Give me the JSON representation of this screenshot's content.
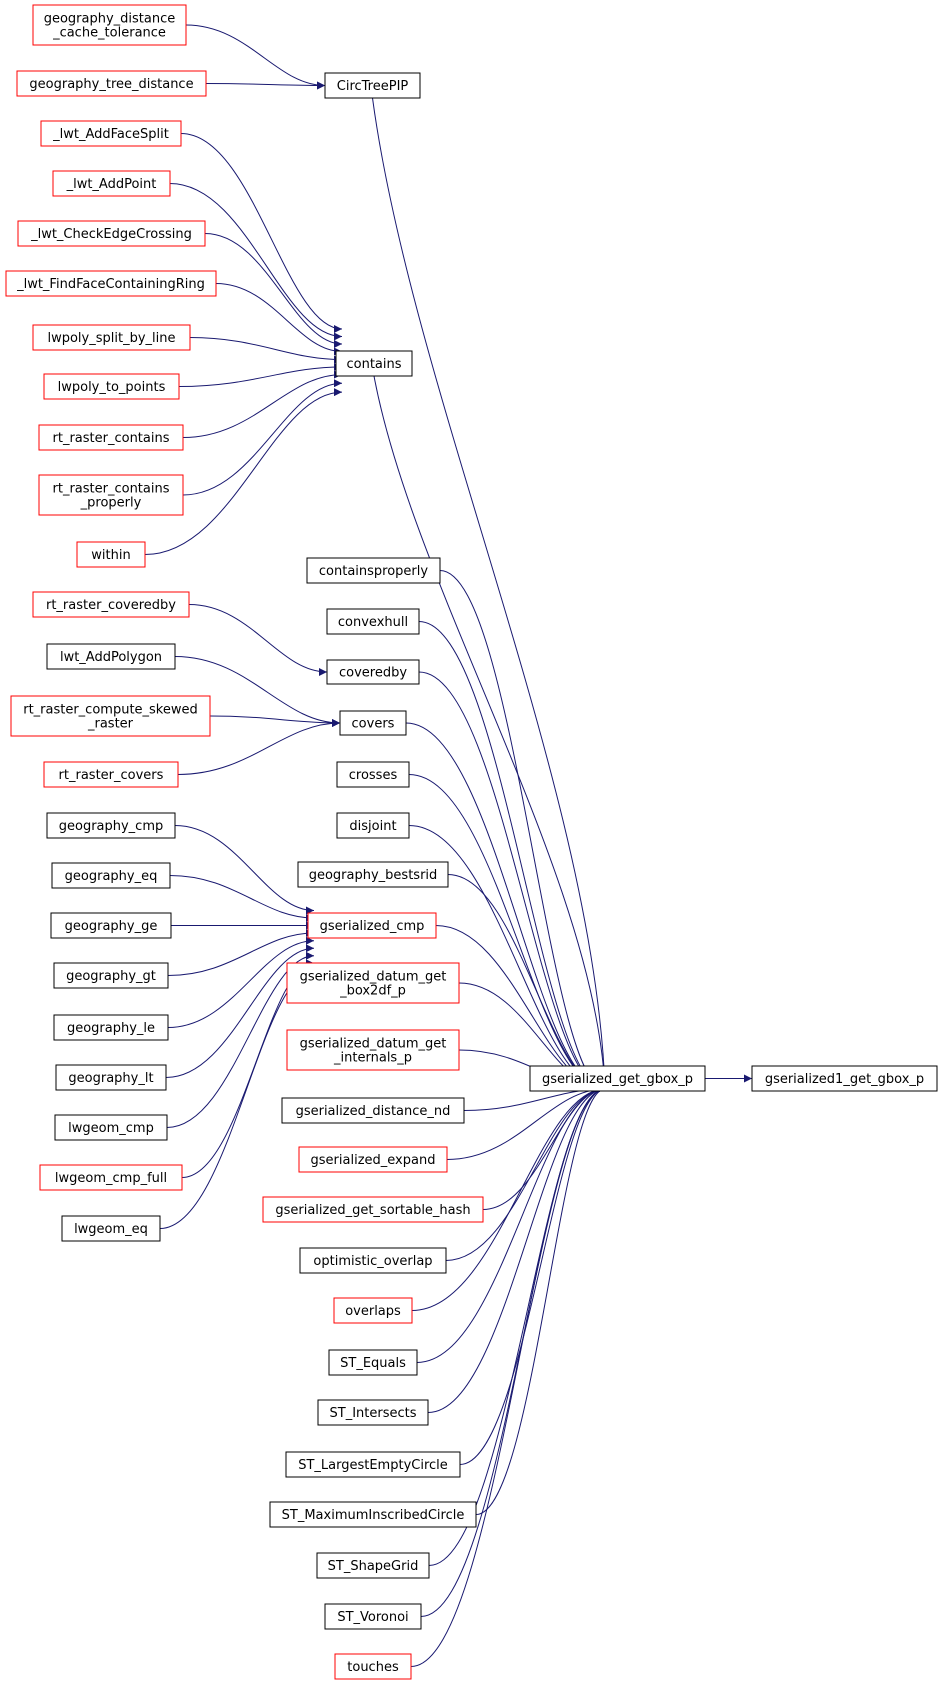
{
  "colors": {
    "normal_border": "#000000",
    "incomplete_border": "#ff0000",
    "root_fill": "#bfbfbf",
    "edge": "#191970"
  },
  "nodes": {
    "root": "gserialized1_get_gbox_p",
    "hub": "gserialized_get_gbox_p",
    "circtreepip": "CircTreePIP",
    "contains": "contains",
    "coveredby": "coveredby",
    "covers": "covers",
    "gserialized_cmp": "gserialized_cmp",
    "gdct": [
      "geography_distance",
      "_cache_tolerance"
    ],
    "gtd": "geography_tree_distance",
    "addfacesplit": "_lwt_AddFaceSplit",
    "addpoint": "_lwt_AddPoint",
    "checkedge": "_lwt_CheckEdgeCrossing",
    "findface": "_lwt_FindFaceContainingRing",
    "splitbyline": "lwpoly_split_by_line",
    "topoints": "lwpoly_to_points",
    "rrcontains": "rt_raster_contains",
    "rrcontainsprop": [
      "rt_raster_contains",
      "_properly"
    ],
    "within": "within",
    "rrcoveredby": "rt_raster_coveredby",
    "addpolygon": "lwt_AddPolygon",
    "rrskewed": [
      "rt_raster_compute_skewed",
      "_raster"
    ],
    "rrcovers": "rt_raster_covers",
    "gcmp": "geography_cmp",
    "geq": "geography_eq",
    "gge": "geography_ge",
    "ggt": "geography_gt",
    "gle": "geography_le",
    "glt": "geography_lt",
    "lwcmp": "lwgeom_cmp",
    "lwcmpfull": "lwgeom_cmp_full",
    "lweq": "lwgeom_eq",
    "containsproperly": "containsproperly",
    "convexhull": "convexhull",
    "crosses": "crosses",
    "disjoint": "disjoint",
    "bestsrid": "geography_bestsrid",
    "box2df": [
      "gserialized_datum_get",
      "_box2df_p"
    ],
    "internals": [
      "gserialized_datum_get",
      "_internals_p"
    ],
    "distnd": "gserialized_distance_nd",
    "expand": "gserialized_expand",
    "sortable": "gserialized_get_sortable_hash",
    "optimistic": "optimistic_overlap",
    "overlaps": "overlaps",
    "stequals": "ST_Equals",
    "stintersects": "ST_Intersects",
    "stlargest": "ST_LargestEmptyCircle",
    "stmaximum": "ST_MaximumInscribedCircle",
    "stshape": "ST_ShapeGrid",
    "stvoronoi": "ST_Voronoi",
    "touches": "touches"
  }
}
